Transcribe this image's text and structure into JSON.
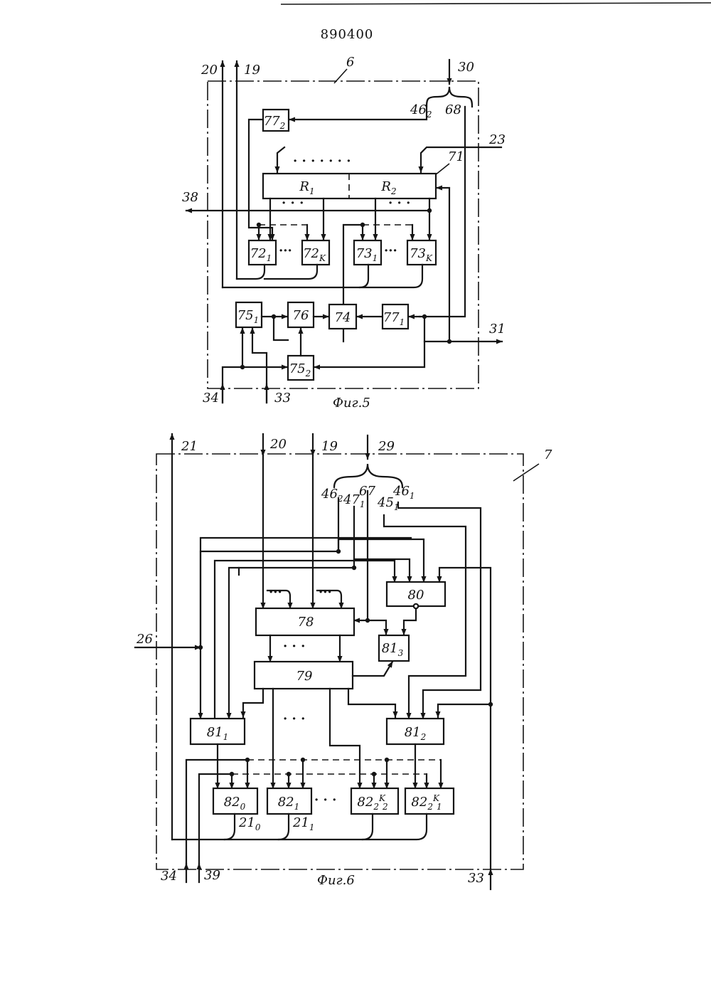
{
  "document_number": "890400",
  "fig5": {
    "caption": "Фиг.5",
    "unit_label": "6",
    "signals": {
      "s20": "20",
      "s19": "19",
      "s30": "30",
      "s46": "46",
      "s46_sub": "2",
      "s68": "68",
      "s23": "23",
      "s71": "71",
      "s38": "38",
      "s31": "31",
      "s34": "34",
      "s33": "33"
    },
    "register": {
      "left": "R",
      "left_sub": "1",
      "right": "R",
      "right_sub": "2"
    },
    "blocks": {
      "b77_2": {
        "main": "77",
        "sub": "2"
      },
      "b72_1": {
        "main": "72",
        "sub": "1"
      },
      "b72_k": {
        "main": "72",
        "sub": "K"
      },
      "b73_1": {
        "main": "73",
        "sub": "1"
      },
      "b73_k": {
        "main": "73",
        "sub": "K"
      },
      "b75_1": {
        "main": "75",
        "sub": "1"
      },
      "b76": {
        "main": "76",
        "sub": ""
      },
      "b74": {
        "main": "74",
        "sub": ""
      },
      "b77_1": {
        "main": "77",
        "sub": "1"
      },
      "b75_2": {
        "main": "75",
        "sub": "2"
      }
    }
  },
  "fig6": {
    "caption": "Фиг.6",
    "unit_label": "7",
    "signals": {
      "s21": "21",
      "s20": "20",
      "s19": "19",
      "s29": "29",
      "s46_2": "46",
      "s46_2_sub": "2",
      "s47": "47",
      "s47_sub": "1",
      "s67": "67",
      "s45": "45",
      "s45_sub": "1",
      "s46_1": "46",
      "s46_1_sub": "1",
      "s26": "26",
      "s34": "34",
      "s39": "39",
      "s33": "33",
      "o21_0": "21",
      "o21_0_sub": "0",
      "o21_1": "21",
      "o21_1_sub": "1"
    },
    "blocks": {
      "b78": {
        "main": "78",
        "sub": ""
      },
      "b79": {
        "main": "79",
        "sub": ""
      },
      "b80": {
        "main": "80",
        "sub": ""
      },
      "b81_3": {
        "main": "81",
        "sub": "3"
      },
      "b81_1": {
        "main": "81",
        "sub": "1"
      },
      "b81_2": {
        "main": "81",
        "sub": "2"
      },
      "b82_0": {
        "main": "82",
        "sub": "0"
      },
      "b82_1": {
        "main": "82",
        "sub": "1"
      },
      "b82_a": {
        "main": "82",
        "sub": "2",
        "sup": "K",
        "tail": "2"
      },
      "b82_b": {
        "main": "82",
        "sub": "2",
        "sup": "K",
        "tail": "1"
      }
    }
  }
}
